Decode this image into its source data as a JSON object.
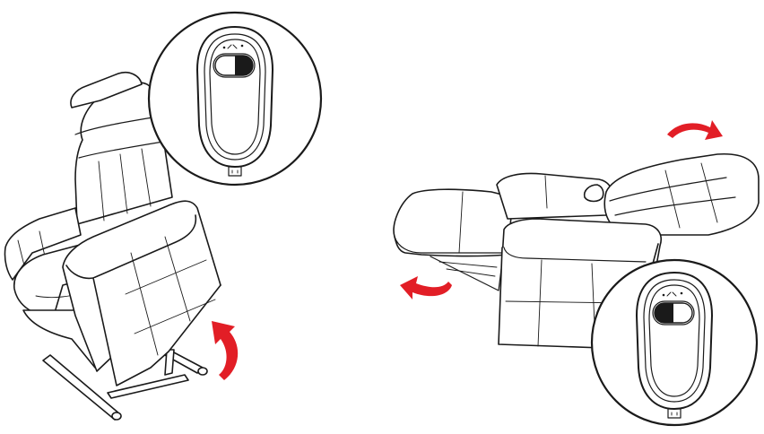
{
  "figure": {
    "panels": [
      {
        "id": "lift",
        "remote_state": "lift",
        "arrow": "up"
      },
      {
        "id": "recline",
        "remote_state": "recline",
        "arrow": "back-and-footrest"
      }
    ],
    "colors": {
      "arrow": "#e21e26",
      "line": "#1a1a1a",
      "background": "#ffffff"
    },
    "icons": [
      "lift-chair",
      "recliner-chair",
      "remote-control",
      "curved-arrow"
    ]
  }
}
